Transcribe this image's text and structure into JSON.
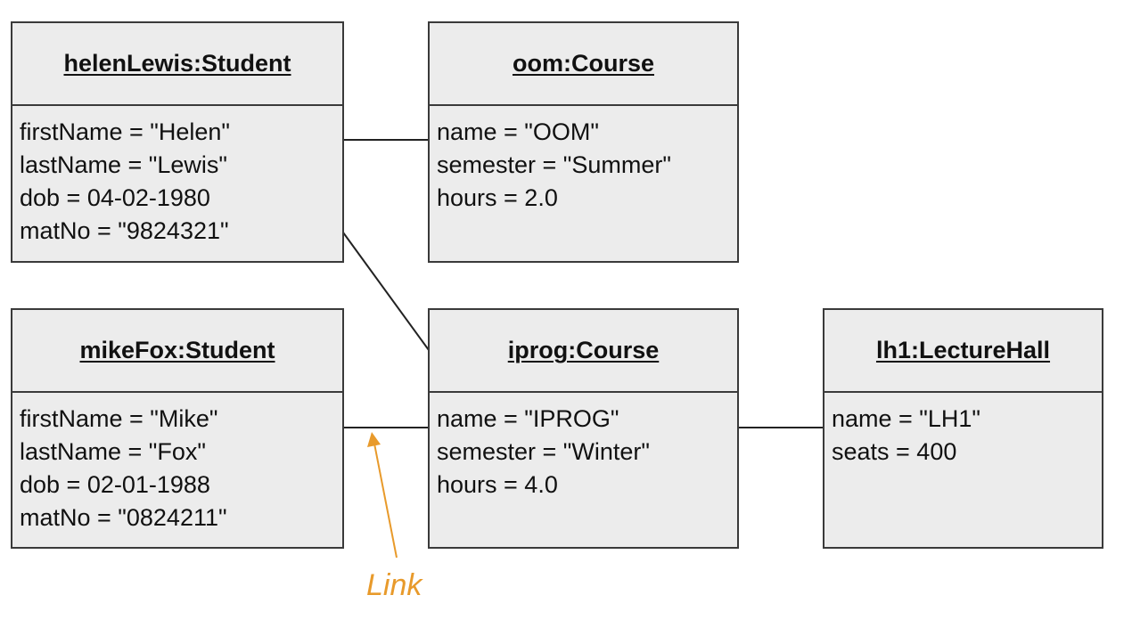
{
  "objects": {
    "helen": {
      "title": "helenLewis:Student",
      "attributes": [
        "firstName = \"Helen\"",
        "lastName = \"Lewis\"",
        "dob = 04-02-1980",
        "matNo = \"9824321\""
      ]
    },
    "oom": {
      "title": "oom:Course",
      "attributes": [
        "name = \"OOM\"",
        "semester = \"Summer\"",
        "hours = 2.0"
      ]
    },
    "mike": {
      "title": "mikeFox:Student",
      "attributes": [
        "firstName = \"Mike\"",
        "lastName = \"Fox\"",
        "dob = 02-01-1988",
        "matNo = \"0824211\""
      ]
    },
    "iprog": {
      "title": "iprog:Course",
      "attributes": [
        "name = \"IPROG\"",
        "semester = \"Winter\"",
        "hours = 4.0"
      ]
    },
    "lh1": {
      "title": "lh1:LectureHall",
      "attributes": [
        "name = \"LH1\"",
        "seats = 400"
      ]
    }
  },
  "annotation": {
    "text": "Link",
    "color": "#e89a2b"
  },
  "colors": {
    "box_fill": "#ececec",
    "border": "#3a3a3a"
  }
}
